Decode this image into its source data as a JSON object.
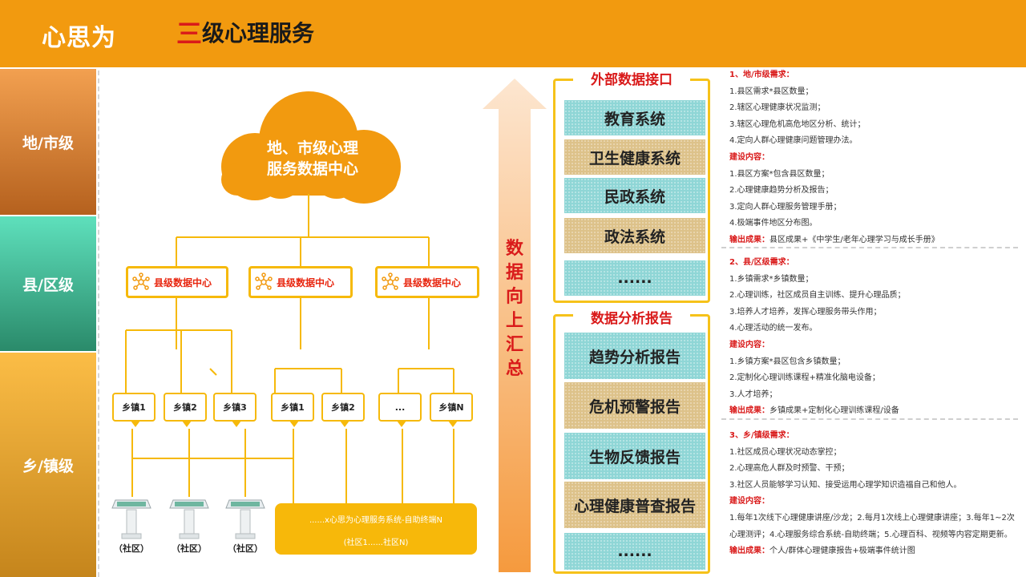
{
  "header": {
    "logo": "心思为",
    "title_first": "三",
    "title_rest": "级心理服务"
  },
  "levels": {
    "city": "地/市级",
    "county": "县/区级",
    "town": "乡/镇级"
  },
  "cloud": {
    "line1": "地、市级心理",
    "line2": "服务数据中心"
  },
  "county_centers": [
    "县级数据中心",
    "县级数据中心",
    "县级数据中心"
  ],
  "towns": [
    "乡镇1",
    "乡镇2",
    "乡镇3",
    "乡镇1",
    "乡镇2",
    "...",
    "乡镇N"
  ],
  "kiosk_labels": [
    "（社区）",
    "（社区）",
    "（社区）"
  ],
  "terminal": {
    "line1": "......x心思为心理服务系统-自助终端N",
    "line2": "(社区1......社区N)"
  },
  "arrow_text": [
    "数",
    "据",
    "向",
    "上",
    "汇",
    "总"
  ],
  "external_panel": {
    "title": "外部数据接口",
    "items": [
      "教育系统",
      "卫生健康系统",
      "民政系统",
      "政法系统",
      "......"
    ]
  },
  "report_panel": {
    "title": "数据分析报告",
    "items": [
      "趋势分析报告",
      "危机预警报告",
      "生物反馈报告",
      "心理健康普查报告",
      "......"
    ]
  },
  "colors": {
    "orange": "#f29a0f",
    "yellow": "#f6b90a",
    "red": "#d91a1a",
    "teal": "#8fd6d6",
    "tan": "#ddc28a"
  },
  "notes": {
    "s1": {
      "head": "1、地/市级需求：",
      "needs": [
        "1.县区需求*县区数量；",
        "2.辖区心理健康状况监测；",
        "3.辖区心理危机高危地区分析、统计；",
        "4.定向人群心理健康问题管理办法。"
      ],
      "build_head": "建设内容：",
      "build": [
        "1.县区方案*包含县区数量；",
        "2.心理健康趋势分析及报告；",
        "3.定向人群心理服务管理手册；",
        "4.极端事件地区分布图。"
      ],
      "output_key": "输出成果：",
      "output_val": "县区成果+《中学生/老年心理学习与成长手册》"
    },
    "s2": {
      "head": "2、县/区级需求：",
      "needs": [
        "1.乡镇需求*乡镇数量；",
        "2.心理训练，社区成员自主训练、提升心理品质；",
        "3.培养人才培养，发挥心理服务带头作用；",
        "4.心理活动的统一发布。"
      ],
      "build_head": "建设内容：",
      "build": [
        "1.乡镇方案*县区包含乡镇数量；",
        "2.定制化心理训练课程+精准化脑电设备；",
        "3.人才培养；"
      ],
      "output_key": "输出成果：",
      "output_val": "乡镇成果+定制化心理训练课程/设备"
    },
    "s3": {
      "head": "3、乡/镇级需求：",
      "needs": [
        "1.社区成员心理状况动态掌控；",
        "2.心理高危人群及时预警、干预；",
        "3.社区人员能够学习认知、接受运用心理学知识造福自己和他人。"
      ],
      "build_head": "建设内容：",
      "build_text": "1.每年1次线下心理健康讲座/沙龙；2.每月1次线上心理健康讲座；3.每年1~2次心理测评；4.心理服务综合系统-自助终端；5.心理百科、视频等内容定期更新。",
      "output_key": "输出成果：",
      "output_val": "个人/群体心理健康报告+极端事件统计图"
    }
  }
}
